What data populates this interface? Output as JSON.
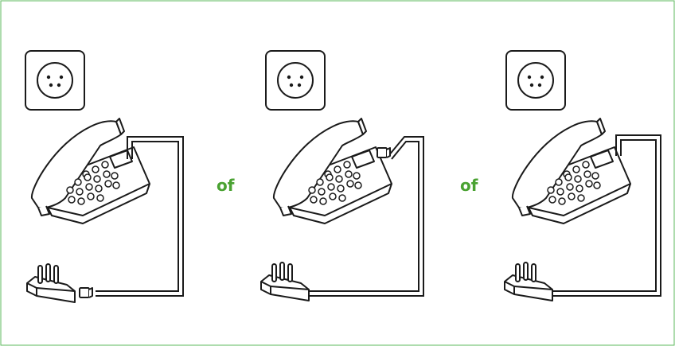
{
  "colors": {
    "frame_border": "#5cb85c",
    "separator_text": "#4aa232",
    "line_art": "#1a1a1a",
    "background": "#ffffff"
  },
  "separators": [
    "of",
    "of"
  ],
  "panels": [
    {
      "id": "panel-1",
      "icons": [
        "wall-socket-icon",
        "telephone-icon",
        "phone-cord-icon",
        "splitter-plug-icon",
        "rj11-plug-icon"
      ]
    },
    {
      "id": "panel-2",
      "icons": [
        "wall-socket-icon",
        "telephone-icon",
        "phone-cord-icon",
        "rj11-plug-icon",
        "plug-adapter-icon"
      ]
    },
    {
      "id": "panel-3",
      "icons": [
        "wall-socket-icon",
        "telephone-icon",
        "phone-cord-icon",
        "plug-adapter-icon"
      ]
    }
  ]
}
